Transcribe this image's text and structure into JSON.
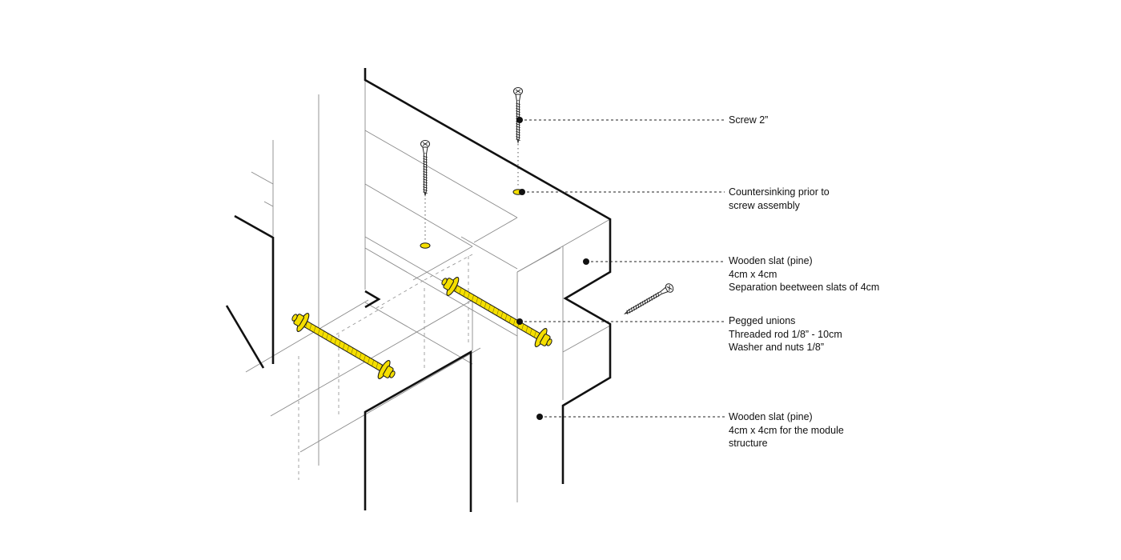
{
  "colors": {
    "ink": "#111111",
    "thin_line": "#777777",
    "hardware_fill": "#f5df00",
    "hardware_stroke": "#1a1a1a",
    "background": "#ffffff"
  },
  "callouts": [
    {
      "id": "screw",
      "lines": [
        "Screw 2”"
      ]
    },
    {
      "id": "countersink",
      "lines": [
        "Countersinking prior to",
        "screw assembly"
      ]
    },
    {
      "id": "slat",
      "lines": [
        "Wooden slat (pine)",
        "4cm x 4cm",
        "Separation beetween slats of 4cm"
      ]
    },
    {
      "id": "pegged",
      "lines": [
        "Pegged unions",
        "Threaded rod 1/8” - 10cm",
        "Washer and nuts 1/8”"
      ]
    },
    {
      "id": "module",
      "lines": [
        "Wooden slat (pine)",
        "4cm x 4cm for the module",
        "structure"
      ]
    }
  ],
  "icons": {
    "screw": "screw-icon",
    "threaded_rod": "threaded-rod-icon",
    "washer": "washer-icon",
    "countersink_hole": "countersink-hole-icon",
    "leader_dot": "leader-dot-icon"
  }
}
